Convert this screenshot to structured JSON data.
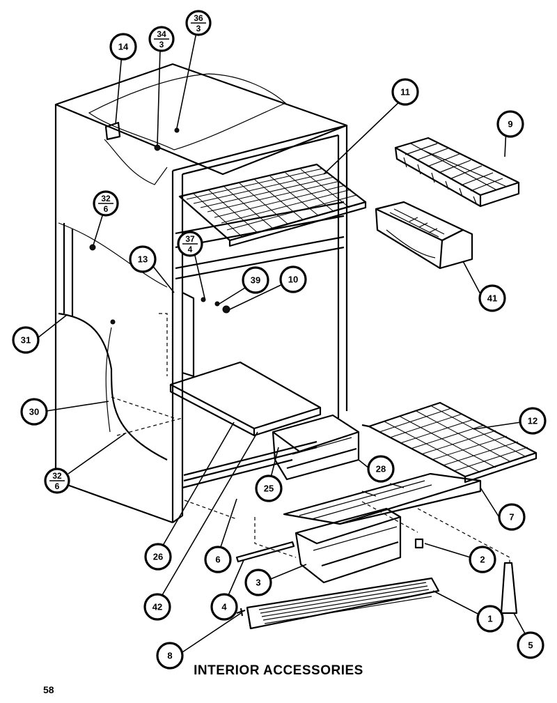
{
  "diagram": {
    "title": "INTERIOR ACCESSORIES",
    "page_number": "58"
  },
  "callouts": [
    {
      "id": "c14",
      "label": "14"
    },
    {
      "id": "c34",
      "top": "34",
      "bottom": "3"
    },
    {
      "id": "c36",
      "top": "36",
      "bottom": "3"
    },
    {
      "id": "c11",
      "label": "11"
    },
    {
      "id": "c9",
      "label": "9"
    },
    {
      "id": "c32a",
      "top": "32",
      "bottom": "6"
    },
    {
      "id": "c37",
      "top": "37",
      "bottom": "4"
    },
    {
      "id": "c13",
      "label": "13"
    },
    {
      "id": "c39",
      "label": "39"
    },
    {
      "id": "c10",
      "label": "10"
    },
    {
      "id": "c41",
      "label": "41"
    },
    {
      "id": "c31",
      "label": "31"
    },
    {
      "id": "c30",
      "label": "30"
    },
    {
      "id": "c12",
      "label": "12"
    },
    {
      "id": "c28",
      "label": "28"
    },
    {
      "id": "c32b",
      "top": "32",
      "bottom": "6"
    },
    {
      "id": "c25",
      "label": "25"
    },
    {
      "id": "c7",
      "label": "7"
    },
    {
      "id": "c26",
      "label": "26"
    },
    {
      "id": "c6",
      "label": "6"
    },
    {
      "id": "c2",
      "label": "2"
    },
    {
      "id": "c3",
      "label": "3"
    },
    {
      "id": "c42",
      "label": "42"
    },
    {
      "id": "c4",
      "label": "4"
    },
    {
      "id": "c1",
      "label": "1"
    },
    {
      "id": "c8",
      "label": "8"
    },
    {
      "id": "c5",
      "label": "5"
    }
  ]
}
